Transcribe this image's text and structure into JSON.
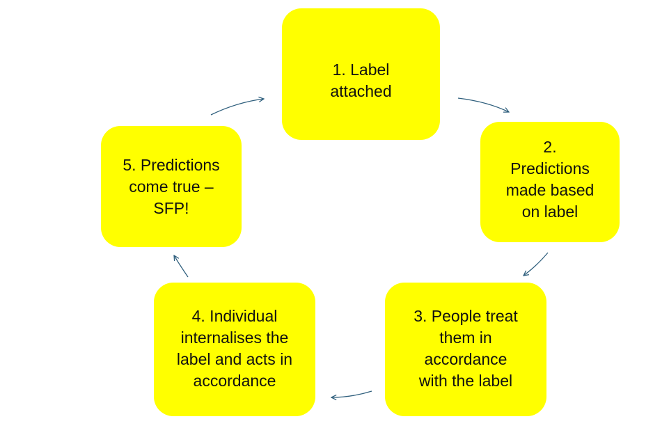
{
  "diagram": {
    "colors": {
      "node_fill": "#ffff00",
      "arrow": "#2f5f7d",
      "text": "#111111"
    },
    "nodes": [
      {
        "id": "1",
        "label": "1. Label\nattached"
      },
      {
        "id": "2",
        "label": "2.\nPredictions\nmade based\non label"
      },
      {
        "id": "3",
        "label": "3. People treat\nthem in\naccordance\nwith the label"
      },
      {
        "id": "4",
        "label": "4. Individual\ninternalises the\nlabel and acts in\naccordance"
      },
      {
        "id": "5",
        "label": "5. Predictions\ncome true –\nSFP!"
      }
    ],
    "edges": [
      {
        "from": "1",
        "to": "2"
      },
      {
        "from": "2",
        "to": "3"
      },
      {
        "from": "3",
        "to": "4"
      },
      {
        "from": "4",
        "to": "5"
      },
      {
        "from": "5",
        "to": "1"
      }
    ]
  }
}
